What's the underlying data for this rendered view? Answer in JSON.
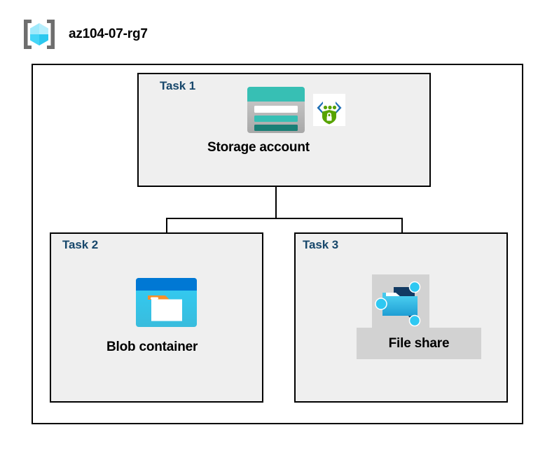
{
  "header": {
    "title": "az104-07-rg7",
    "icon": "resource-group-icon"
  },
  "diagram": {
    "type": "azure-architecture-diagram",
    "container_label": "az104-07-rg7",
    "tasks": [
      {
        "id": "task1",
        "label": "Task 1",
        "resource_label": "Storage account",
        "icons": [
          "storage-account-icon",
          "secure-endpoint-icon"
        ]
      },
      {
        "id": "task2",
        "label": "Task 2",
        "resource_label": "Blob container",
        "icons": [
          "blob-container-icon"
        ]
      },
      {
        "id": "task3",
        "label": "Task 3",
        "resource_label": "File share",
        "icons": [
          "file-share-icon"
        ]
      }
    ],
    "connections": [
      {
        "from": "Storage account",
        "to": "Blob container"
      },
      {
        "from": "Storage account",
        "to": "File share"
      }
    ]
  },
  "colors": {
    "task_label": "#17476b",
    "box_fill": "#efefef",
    "box_border": "#000000",
    "highlight_plate": "#d2d2d2",
    "storage_teal": "#37bfb4",
    "storage_teal_dark": "#1a7f76",
    "blob_blue": "#0078d4",
    "blob_cyan": "#32c8f0",
    "blob_orange": "#f7902a",
    "endpoint_green": "#57a300",
    "endpoint_blue": "#1f6fb5",
    "cube_cyan": "#45d5f7",
    "bracket_gray": "#6e6e6e"
  }
}
